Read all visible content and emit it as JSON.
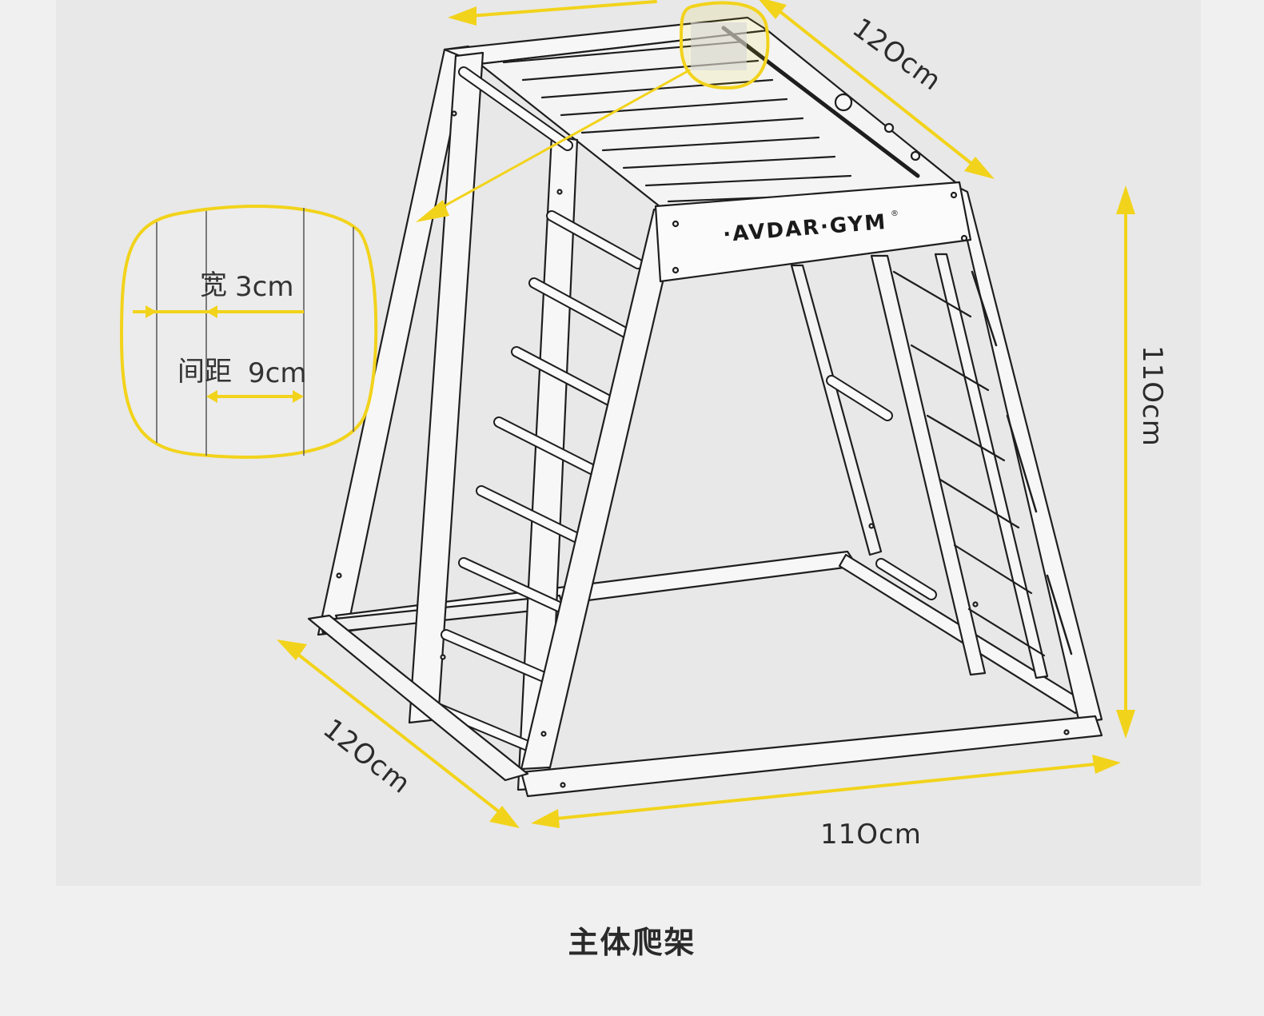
{
  "brand_label": "·AVDAR·GYM",
  "brand_mark": "®",
  "dimensions": {
    "top_depth": "12Ocm",
    "height": "11Ocm",
    "bottom_depth": "12Ocm",
    "bottom_width": "11Ocm"
  },
  "detail": {
    "width_label": "宽",
    "width_value": "3cm",
    "spacing_label": "间距",
    "spacing_value": "9cm"
  },
  "caption": "主体爬架",
  "colors": {
    "background": "#f0f0f0",
    "panel": "#e8e8e8",
    "accent_yellow": "#f2d31b",
    "line": "#1e1e1e",
    "wood": "#f7f7f7"
  }
}
